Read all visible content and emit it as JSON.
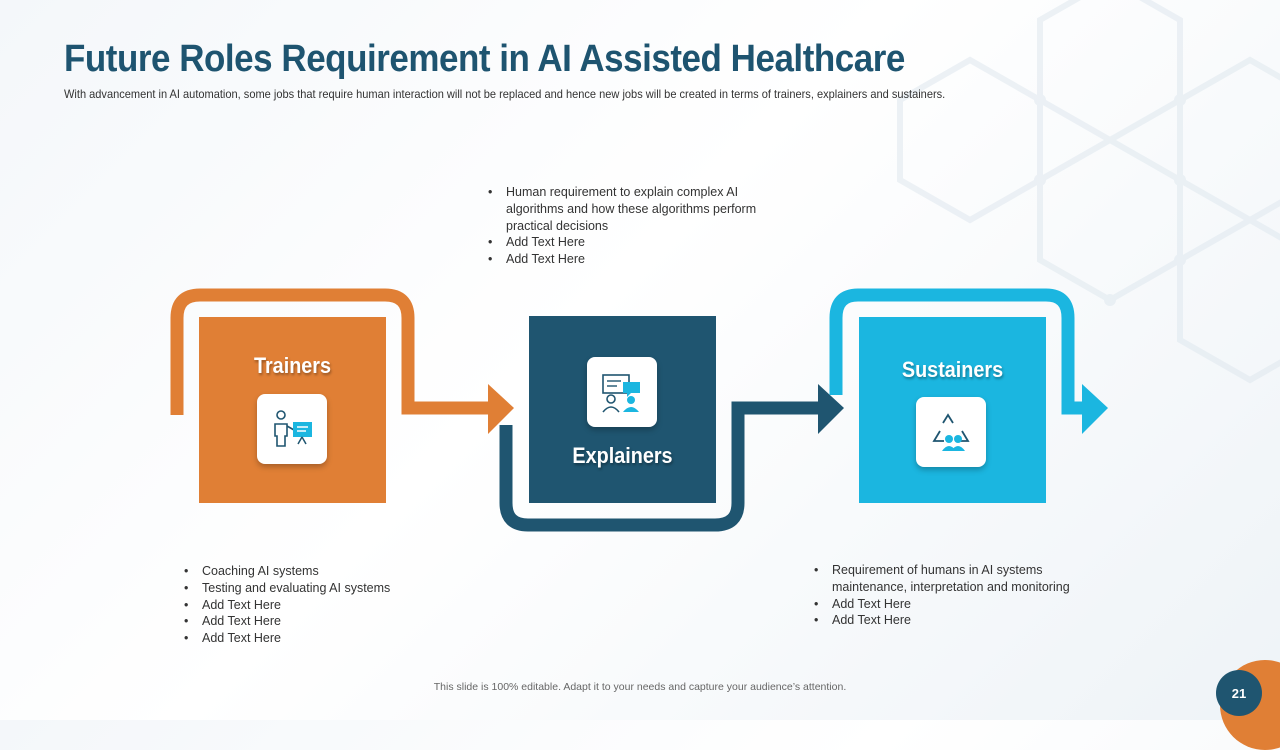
{
  "title": "Future Roles Requirement in AI Assisted Healthcare",
  "subtitle": "With advancement in AI automation, some jobs that require human interaction will not be replaced and hence new jobs will be created in terms of trainers, explainers and sustainers.",
  "colors": {
    "title": "#1e5470",
    "trainers": "#e07f35",
    "explainers": "#1f5570",
    "sustainers": "#1bb6e0"
  },
  "roles": [
    {
      "name": "Trainers",
      "icon": "presenter-board-icon",
      "bullets": [
        "Coaching AI systems",
        "Testing and evaluating AI systems",
        "Add Text Here",
        "Add Text Here",
        "Add Text Here"
      ]
    },
    {
      "name": "Explainers",
      "icon": "presentation-chat-icon",
      "bullets": [
        "Human requirement to explain complex AI algorithms and how these algorithms perform practical decisions",
        "Add Text Here",
        "Add Text Here"
      ]
    },
    {
      "name": "Sustainers",
      "icon": "recycle-people-icon",
      "bullets": [
        "Requirement of humans in AI systems maintenance, interpretation and monitoring",
        "Add Text Here",
        "Add Text Here"
      ]
    }
  ],
  "footer": "This slide is 100% editable. Adapt it to your needs and capture your audience’s attention.",
  "page_number": "21"
}
